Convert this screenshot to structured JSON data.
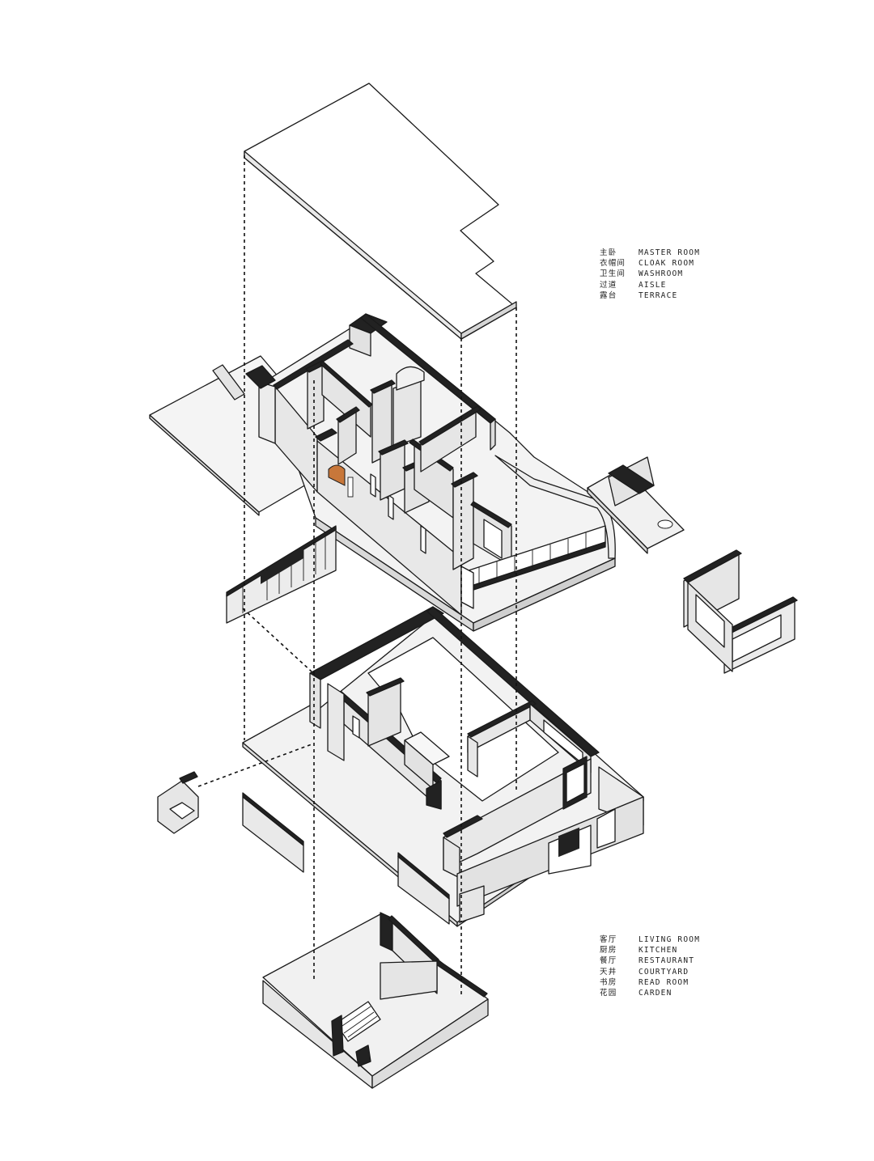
{
  "legends": {
    "upper": [
      {
        "zh": "主卧",
        "en": "MASTER ROOM"
      },
      {
        "zh": "衣帽间",
        "en": "CLOAK ROOM"
      },
      {
        "zh": "卫生间",
        "en": "WASHROOM"
      },
      {
        "zh": "过道",
        "en": "AISLE"
      },
      {
        "zh": "露台",
        "en": "TERRACE"
      }
    ],
    "lower": [
      {
        "zh": "客厅",
        "en": "LIVING ROOM"
      },
      {
        "zh": "厨房",
        "en": "KITCHEN"
      },
      {
        "zh": "餐厅",
        "en": "RESTAURANT"
      },
      {
        "zh": "天井",
        "en": "COURTYARD"
      },
      {
        "zh": "书房",
        "en": "READ ROOM"
      },
      {
        "zh": "花园",
        "en": "CARDEN"
      }
    ]
  },
  "colors": {
    "line": "#1a1a1a",
    "wall_dark": "#222222",
    "wall_face": "#e6e6e6",
    "floor": "#f1f1f1",
    "accent_wood": "#c8773a"
  }
}
